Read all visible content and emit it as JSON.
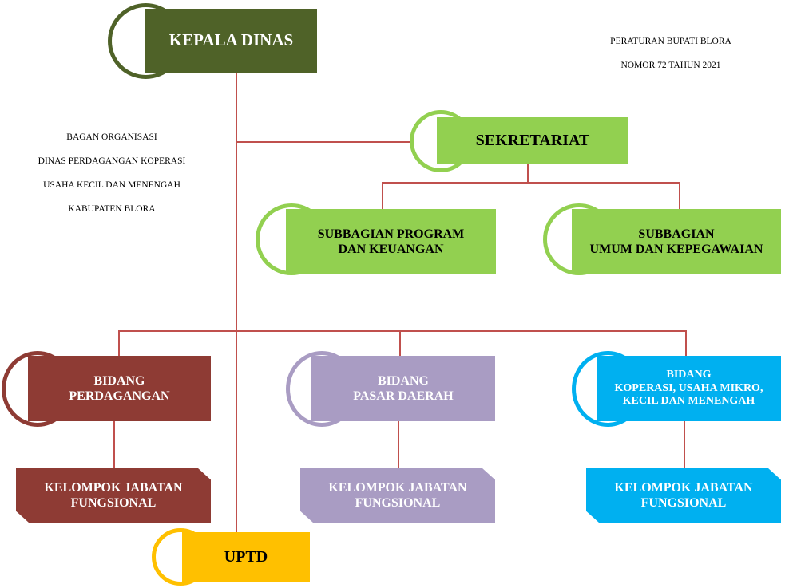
{
  "header": {
    "regulation_line1": "PERATURAN BUPATI BLORA",
    "regulation_line2": "NOMOR 72 TAHUN 2021",
    "title_line1": "BAGAN ORGANISASI",
    "title_line2": "DINAS PERDAGANGAN KOPERASI",
    "title_line3": "USAHA KECIL DAN MENENGAH",
    "title_line4": "KABUPATEN BLORA"
  },
  "nodes": {
    "kepala_dinas": "KEPALA DINAS",
    "sekretariat": "SEKRETARIAT",
    "subbag_program": "SUBBAGIAN PROGRAM\nDAN KEUANGAN",
    "subbag_umum": "SUBBAGIAN\nUMUM DAN KEPEGAWAIAN",
    "bidang_perdagangan": "BIDANG\nPERDAGANGAN",
    "bidang_pasar": "BIDANG\nPASAR DAERAH",
    "bidang_koperasi": "BIDANG\nKOPERASI, USAHA MIKRO,\nKECIL DAN MENENGAH",
    "kjf_perdagangan": "KELOMPOK JABATAN\nFUNGSIONAL",
    "kjf_pasar": "KELOMPOK JABATAN\nFUNGSIONAL",
    "kjf_koperasi": "KELOMPOK JABATAN\nFUNGSIONAL",
    "uptd": "UPTD"
  },
  "colors": {
    "connector": "#c0504d",
    "kepala_dinas": "#4f6228",
    "sekretariat_green": "#92d050",
    "perdagangan": "#8e3b34",
    "pasar": "#a99cc3",
    "koperasi": "#00b0f0",
    "uptd": "#ffc000"
  }
}
